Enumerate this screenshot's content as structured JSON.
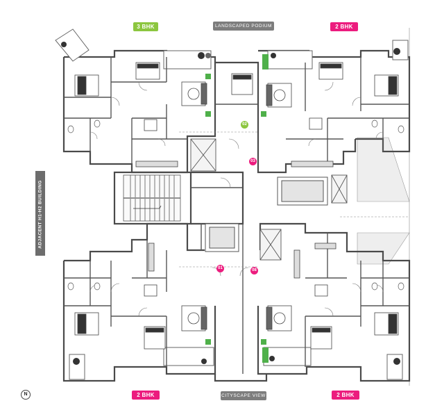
{
  "unit_tags": {
    "top_left": "3 BHK",
    "top_right": "2 BHK",
    "bottom_left": "2 BHK",
    "bottom_right": "2 BHK"
  },
  "edge_labels": {
    "top": "LANDSCAPED PODIUM",
    "bottom": "CITYSCAPE VIEW",
    "left": "ADJACENT H1-H2 BUILDING"
  },
  "markers": {
    "m01": "01",
    "m02": "02",
    "m03": "03",
    "m08": "08"
  },
  "north": "N",
  "colors": {
    "green": "#8cc63f",
    "pink": "#ec1c7e",
    "wall": "#555555",
    "label_grey": "#7d7d7d"
  },
  "icons": {
    "north": "north-arrow-icon",
    "lift": "lift-icon",
    "stair": "staircase-icon"
  }
}
